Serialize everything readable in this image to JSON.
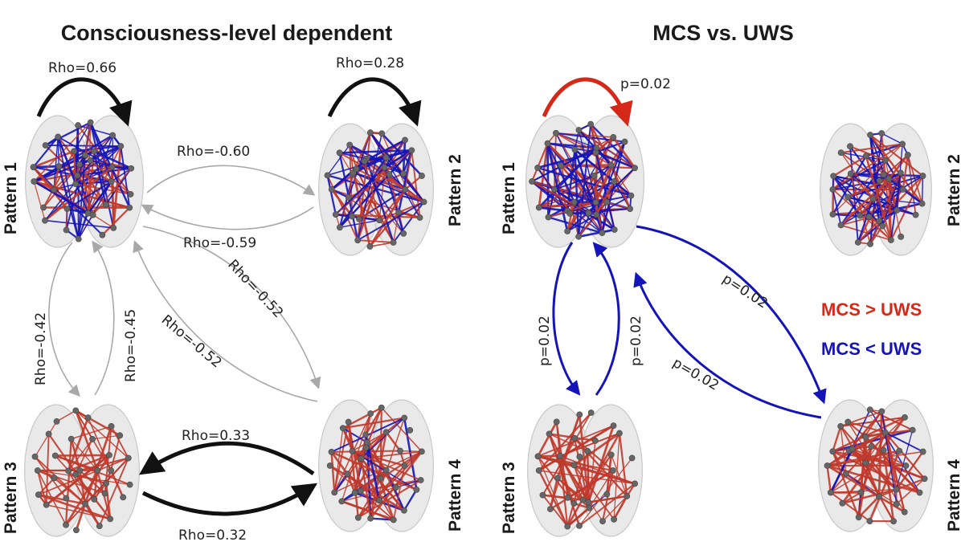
{
  "panels": [
    {
      "title": "Consciousness-level dependent",
      "patterns": [
        "Pattern 1",
        "Pattern 2",
        "Pattern 3",
        "Pattern 4"
      ],
      "labels": [
        "Rho=0.66",
        "Rho=0.28",
        "Rho=-0.60",
        "Rho=-0.59",
        "Rho=-0.52",
        "Rho=-0.52",
        "Rho=-0.42",
        "Rho=-0.45",
        "Rho=0.33",
        "Rho=0.32"
      ]
    },
    {
      "title": "MCS vs. UWS",
      "patterns": [
        "Pattern 1",
        "Pattern 2",
        "Pattern 3",
        "Pattern 4"
      ],
      "labels": [
        "p=0.02",
        "p=0.02",
        "p=0.02",
        "p=0.02",
        "p=0.02"
      ]
    }
  ],
  "legend": {
    "gt": "MCS > UWS",
    "lt": "MCS < UWS"
  },
  "colors": {
    "positive": "#c0392b",
    "negative": "#1414b8",
    "strong": "#111111",
    "weak": "#a8a8a8",
    "node": "#666666"
  }
}
